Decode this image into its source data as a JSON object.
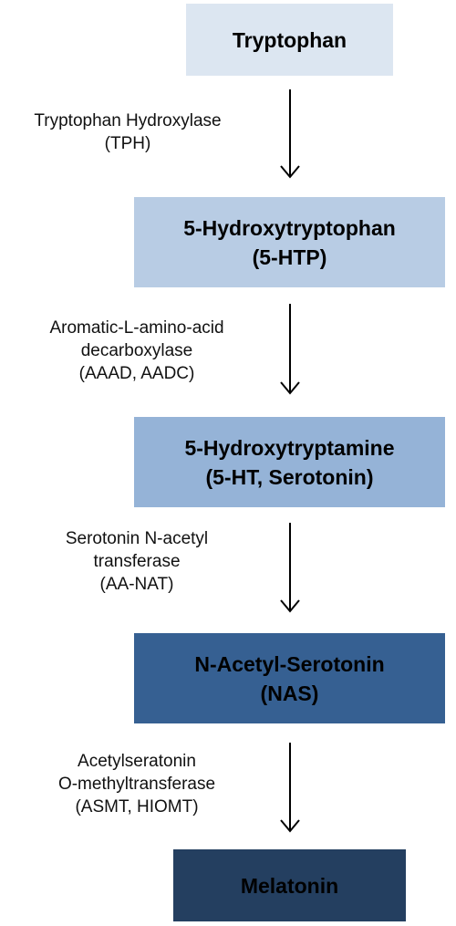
{
  "nodes": [
    {
      "lines": [
        "Tryptophan"
      ],
      "bg": "#dce6f1",
      "color": "#000000"
    },
    {
      "lines": [
        "5-Hydroxytryptophan",
        "(5-HTP)"
      ],
      "bg": "#b8cce4",
      "color": "#000000"
    },
    {
      "lines": [
        "5-Hydroxytryptamine",
        "(5-HT, Serotonin)"
      ],
      "bg": "#95b3d7",
      "color": "#000000"
    },
    {
      "lines": [
        "N-Acetyl-Serotonin",
        "(NAS)"
      ],
      "bg": "#366092",
      "color": "#000000"
    },
    {
      "lines": [
        "Melatonin"
      ],
      "bg": "#243f60",
      "color": "#000000"
    }
  ],
  "enzymes": [
    {
      "lines": [
        "Tryptophan Hydroxylase",
        "(TPH)"
      ]
    },
    {
      "lines": [
        "Aromatic-L-amino-acid",
        "decarboxylase",
        "(AAAD, AADC)"
      ]
    },
    {
      "lines": [
        "Serotonin N-acetyl",
        "transferase",
        "(AA-NAT)"
      ]
    },
    {
      "lines": [
        "Acetylseratonin",
        "O-methyltransferase",
        "(ASMT, HIOMT)"
      ]
    }
  ],
  "arrow_color": "#000000"
}
